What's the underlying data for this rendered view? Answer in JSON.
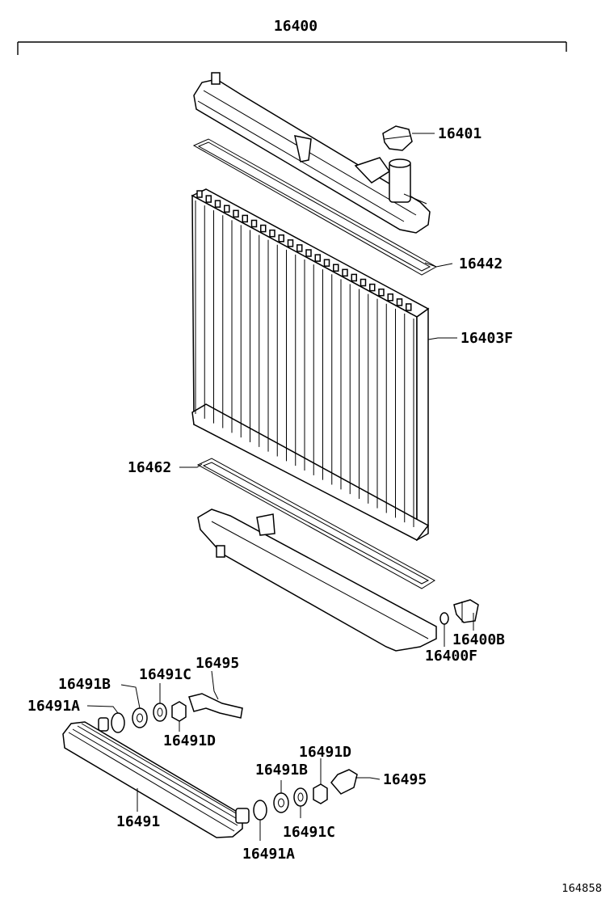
{
  "diagram": {
    "assembly_label": "16400",
    "figure_number": "164858",
    "callouts": {
      "cap": "16401",
      "upper_gasket": "16442",
      "core": "16403F",
      "lower_gasket": "16462",
      "drain_cock": "16400B",
      "drain_cock_oring": "16400F",
      "washer_b_upper": "16491B",
      "washer_c_upper": "16491C",
      "pipe_upper": "16495",
      "oring_a_upper": "16491A",
      "nut_d_upper": "16491D",
      "oil_cooler": "16491",
      "nut_d_lower": "16491D",
      "washer_b_lower": "16491B",
      "pipe_lower": "16495",
      "washer_c_lower": "16491C",
      "oring_a_lower": "16491A"
    }
  }
}
